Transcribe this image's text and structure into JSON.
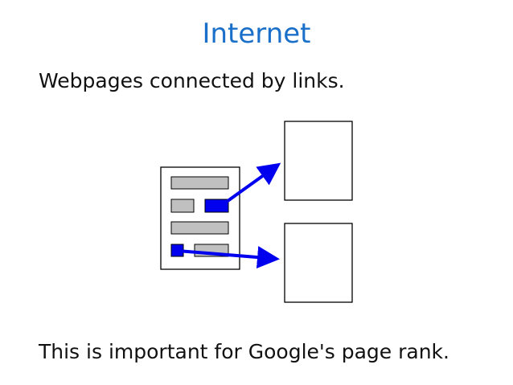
{
  "slide": {
    "title": "Internet",
    "intro_text": "Webpages connected by links.",
    "closing_text": "This is important for Google's page rank."
  },
  "diagram": {
    "link_color": "#0000ee",
    "placeholder_color": "#c0c0c0",
    "outline_color": "#000000"
  }
}
